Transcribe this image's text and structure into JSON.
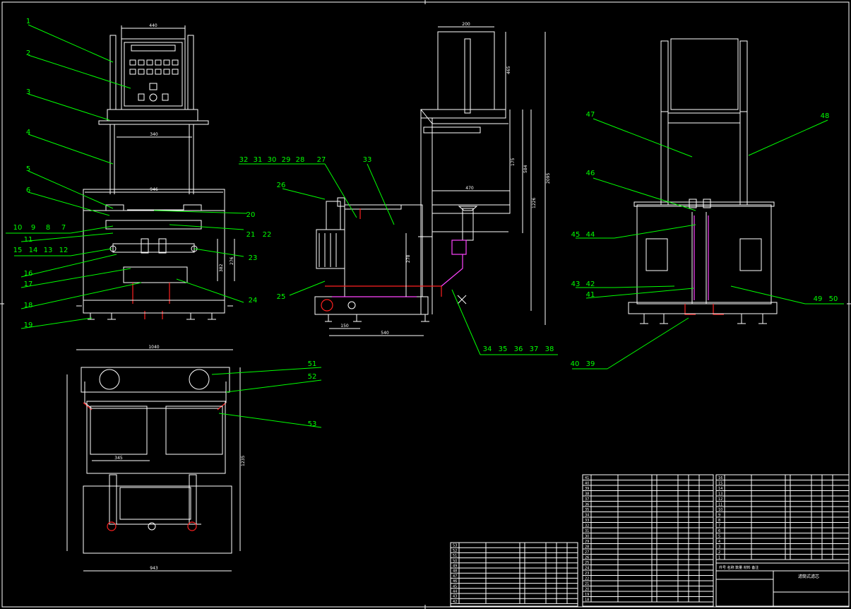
{
  "front_view": {
    "dim_top": "440",
    "dim_frame": "340",
    "dim_table": "946",
    "dim_height_a": "382",
    "dim_height_b": "276"
  },
  "side_view": {
    "dim_top": "200",
    "dim_panel_h": "465",
    "dim_a": "175",
    "dim_b": "584",
    "dim_c": "1226",
    "dim_total": "2095",
    "dim_table": "470",
    "dim_tank": "278",
    "dim_base": "540",
    "dim_base_small": "150"
  },
  "top_view": {
    "dim_top": "1040",
    "dim_base": "943",
    "dim_depth": "1235",
    "dim_cavity": "345"
  },
  "title_block": {
    "name": "滤筒式滤芯",
    "header": "件号  名称  数量  材料  备注"
  },
  "labels": [
    "1",
    "2",
    "3",
    "4",
    "5",
    "6",
    "10",
    "9",
    "8",
    "7",
    "11",
    "15",
    "14",
    "13",
    "12",
    "16",
    "17",
    "18",
    "19",
    "20",
    "21",
    "22",
    "23",
    "24",
    "32",
    "31",
    "30",
    "29",
    "28",
    "27",
    "26",
    "33",
    "25",
    "34",
    "35",
    "36",
    "37",
    "38",
    "47",
    "48",
    "46",
    "45",
    "44",
    "43",
    "42",
    "41",
    "49",
    "50",
    "40",
    "39",
    "51",
    "52",
    "53"
  ],
  "bom": {
    "left": [
      "53",
      "52",
      "51",
      "50",
      "49",
      "48",
      "47",
      "46",
      "45",
      "44",
      "43",
      "42"
    ],
    "middle": [
      "41",
      "40",
      "39",
      "38",
      "37",
      "36",
      "35",
      "34",
      "33",
      "32",
      "31",
      "30",
      "29",
      "28",
      "27",
      "26",
      "25",
      "24",
      "23",
      "22",
      "21",
      "20",
      "19",
      "18"
    ],
    "right": [
      "16",
      "15",
      "14",
      "13",
      "12",
      "11",
      "10",
      "9",
      "8",
      "7",
      "6",
      "5",
      "4",
      "3",
      "2",
      "1"
    ]
  }
}
